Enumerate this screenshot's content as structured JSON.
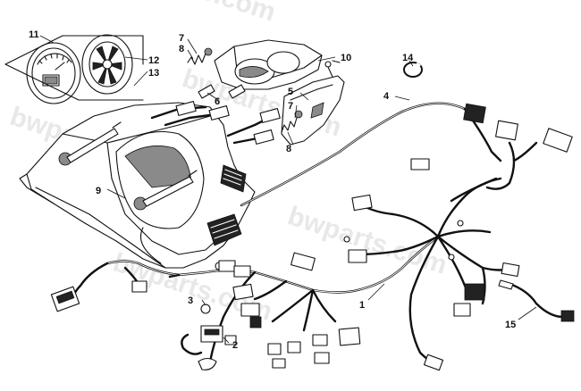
{
  "watermark": {
    "text": "bwparts.com",
    "color": "#d6d6d6"
  },
  "callouts": [
    {
      "id": "c1",
      "label": "1"
    },
    {
      "id": "c2",
      "label": "2"
    },
    {
      "id": "c3",
      "label": "3"
    },
    {
      "id": "c4",
      "label": "4"
    },
    {
      "id": "c5",
      "label": "5"
    },
    {
      "id": "c6",
      "label": "6"
    },
    {
      "id": "c7a",
      "label": "7"
    },
    {
      "id": "c7b",
      "label": "7"
    },
    {
      "id": "c8a",
      "label": "8"
    },
    {
      "id": "c8b",
      "label": "8"
    },
    {
      "id": "c9",
      "label": "9"
    },
    {
      "id": "c10",
      "label": "10"
    },
    {
      "id": "c11",
      "label": "11"
    },
    {
      "id": "c12",
      "label": "12"
    },
    {
      "id": "c13",
      "label": "13"
    },
    {
      "id": "c14",
      "label": "14"
    },
    {
      "id": "c15",
      "label": "15"
    }
  ]
}
